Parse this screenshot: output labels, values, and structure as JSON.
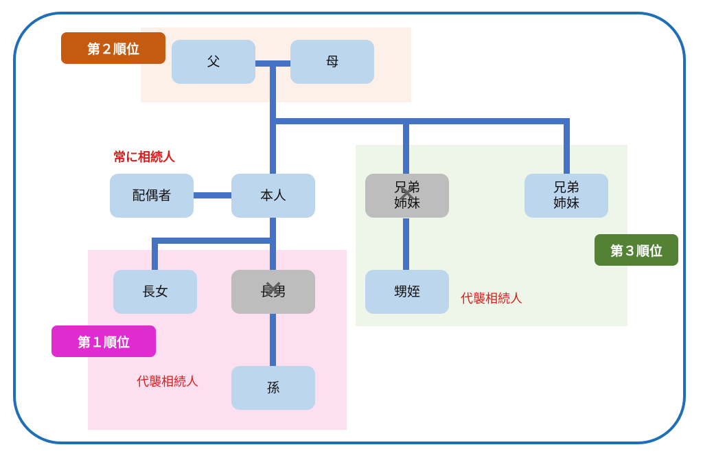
{
  "title": "法定相続人の順位",
  "colors": {
    "frame": "#1f6fb8",
    "connector": "#4472c4",
    "node": "#bcd6ee",
    "node_deceased": "#bdbdbd",
    "rank1": "#e02bd0",
    "rank2": "#c55a11",
    "rank3": "#548235",
    "annotation": "#d81e1e"
  },
  "ranks": {
    "rank1": "第１順位",
    "rank2": "第２順位",
    "rank3": "第３順位"
  },
  "annotations": {
    "always_heir": "常に相続人",
    "substitute_heir_1": "代襲相続人",
    "substitute_heir_3": "代襲相続人"
  },
  "nodes": {
    "father": {
      "label": "父",
      "deceased": false
    },
    "mother": {
      "label": "母",
      "deceased": false
    },
    "spouse": {
      "label": "配偶者",
      "deceased": false
    },
    "self": {
      "label": "本人",
      "deceased": false
    },
    "eldest_daughter": {
      "label": "長女",
      "deceased": false
    },
    "eldest_son": {
      "label": "長男",
      "deceased": true
    },
    "grandchild": {
      "label": "孫",
      "deceased": false
    },
    "sibling_deceased": {
      "label": "兄弟\n姉妹",
      "deceased": true
    },
    "sibling": {
      "label": "兄弟\n姉妹",
      "deceased": false
    },
    "nephew_niece": {
      "label": "甥姪",
      "deceased": false
    }
  },
  "deceased_mark": "✕"
}
